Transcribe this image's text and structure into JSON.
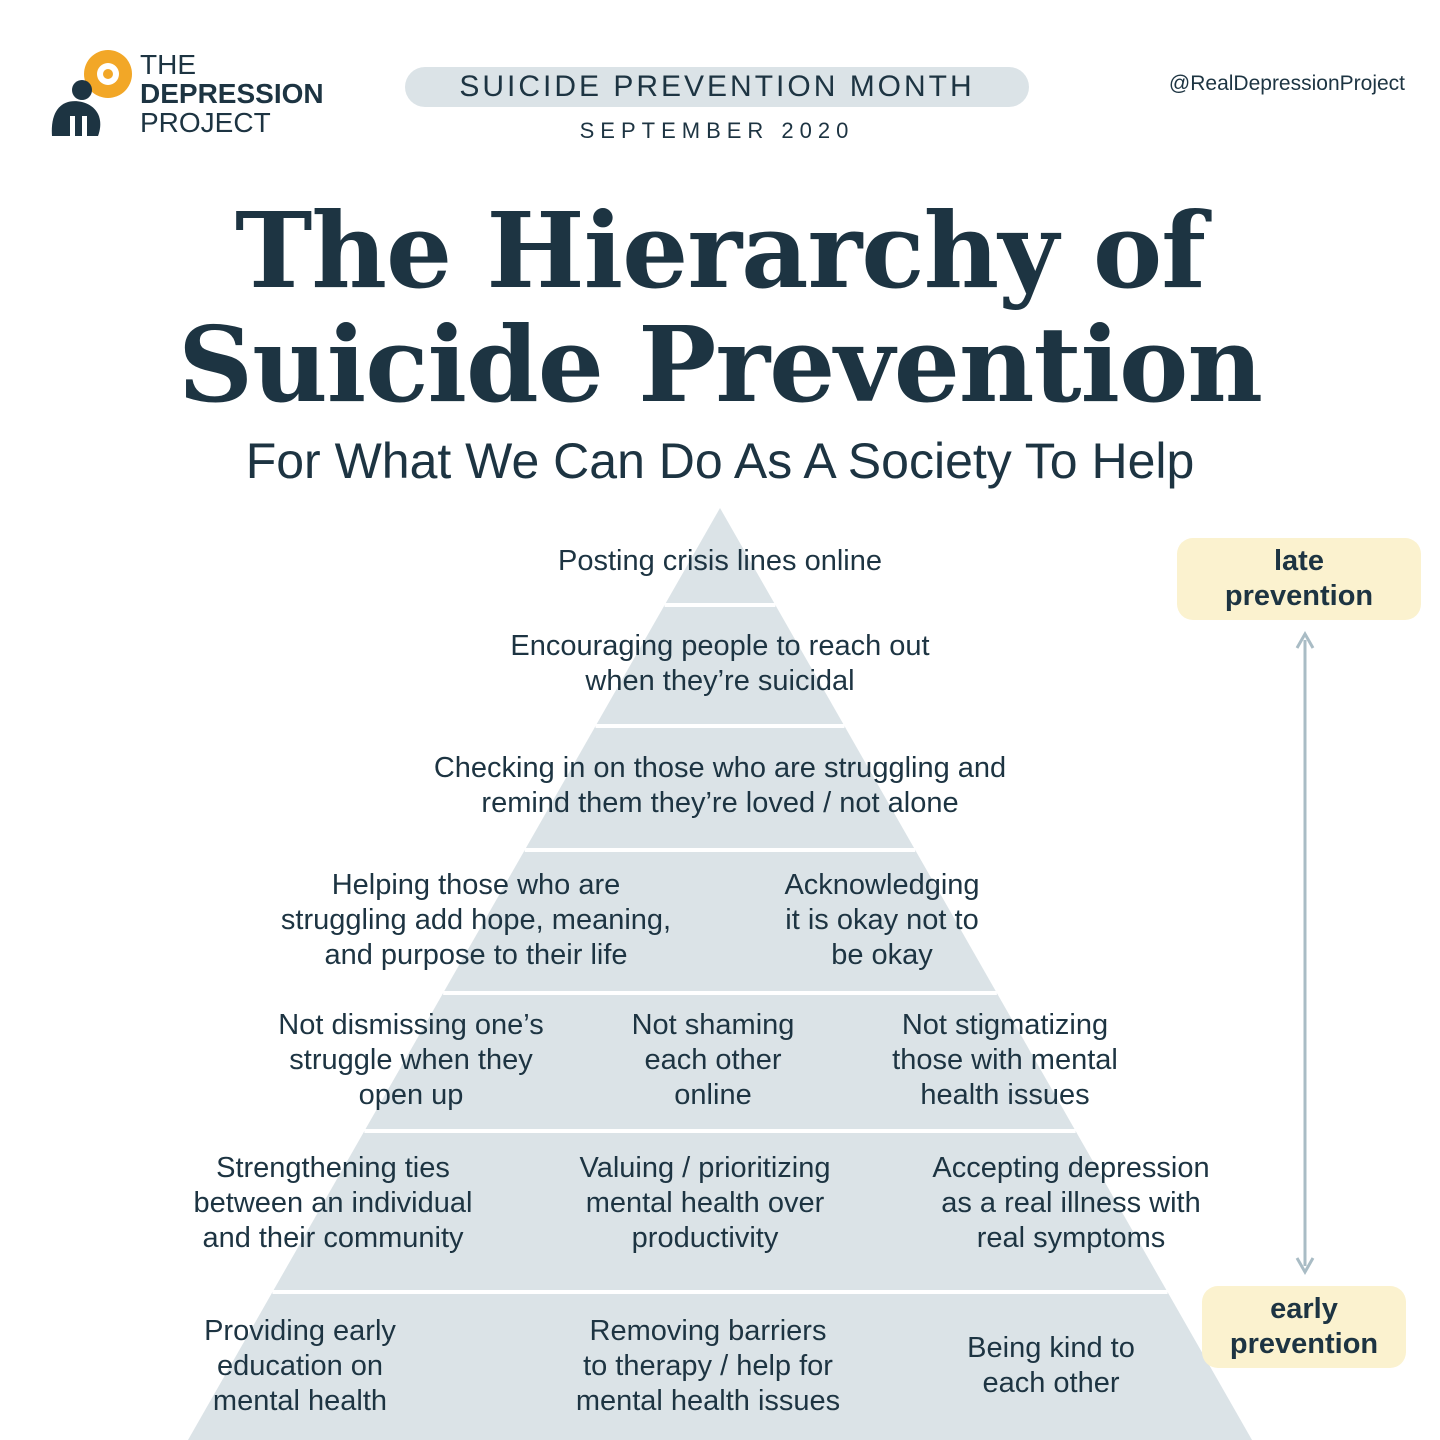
{
  "header": {
    "brand": [
      "THE",
      "DEPRESSION",
      "PROJECT"
    ],
    "event": "SUICIDE PREVENTION MONTH",
    "date": "SEPTEMBER 2020",
    "handle": "@RealDepressionProject"
  },
  "title": {
    "line1": "The Hierarchy of",
    "line2": "Suicide Prevention",
    "subtitle": "For What We Can Do As A Society To Help"
  },
  "colors": {
    "text": "#1d3442",
    "pyramid": "#dbe3e7",
    "tag": "#fbf2cf",
    "accent": "#f2a727"
  },
  "levels": [
    [
      "Posting crisis lines online"
    ],
    [
      "Encouraging people to reach out\nwhen they’re suicidal"
    ],
    [
      "Checking in on those who are struggling and\nremind them they’re loved / not alone"
    ],
    [
      "Helping those who are\nstruggling add hope, meaning,\nand purpose to their life",
      "Acknowledging\nit is okay not to\nbe okay"
    ],
    [
      "Not dismissing one’s\nstruggle when they\nopen up",
      "Not shaming\neach other\nonline",
      "Not stigmatizing\nthose with mental\nhealth issues"
    ],
    [
      "Strengthening ties\nbetween an individual\nand their community",
      "Valuing / prioritizing\nmental health over\nproductivity",
      "Accepting depression\nas a real illness with\nreal symptoms"
    ],
    [
      "Providing early\neducation on\nmental health",
      "Removing barriers\nto therapy / help for\nmental health issues",
      "Being kind to\neach other"
    ]
  ],
  "scale": {
    "top": "late\nprevention",
    "bottom": "early\nprevention"
  }
}
